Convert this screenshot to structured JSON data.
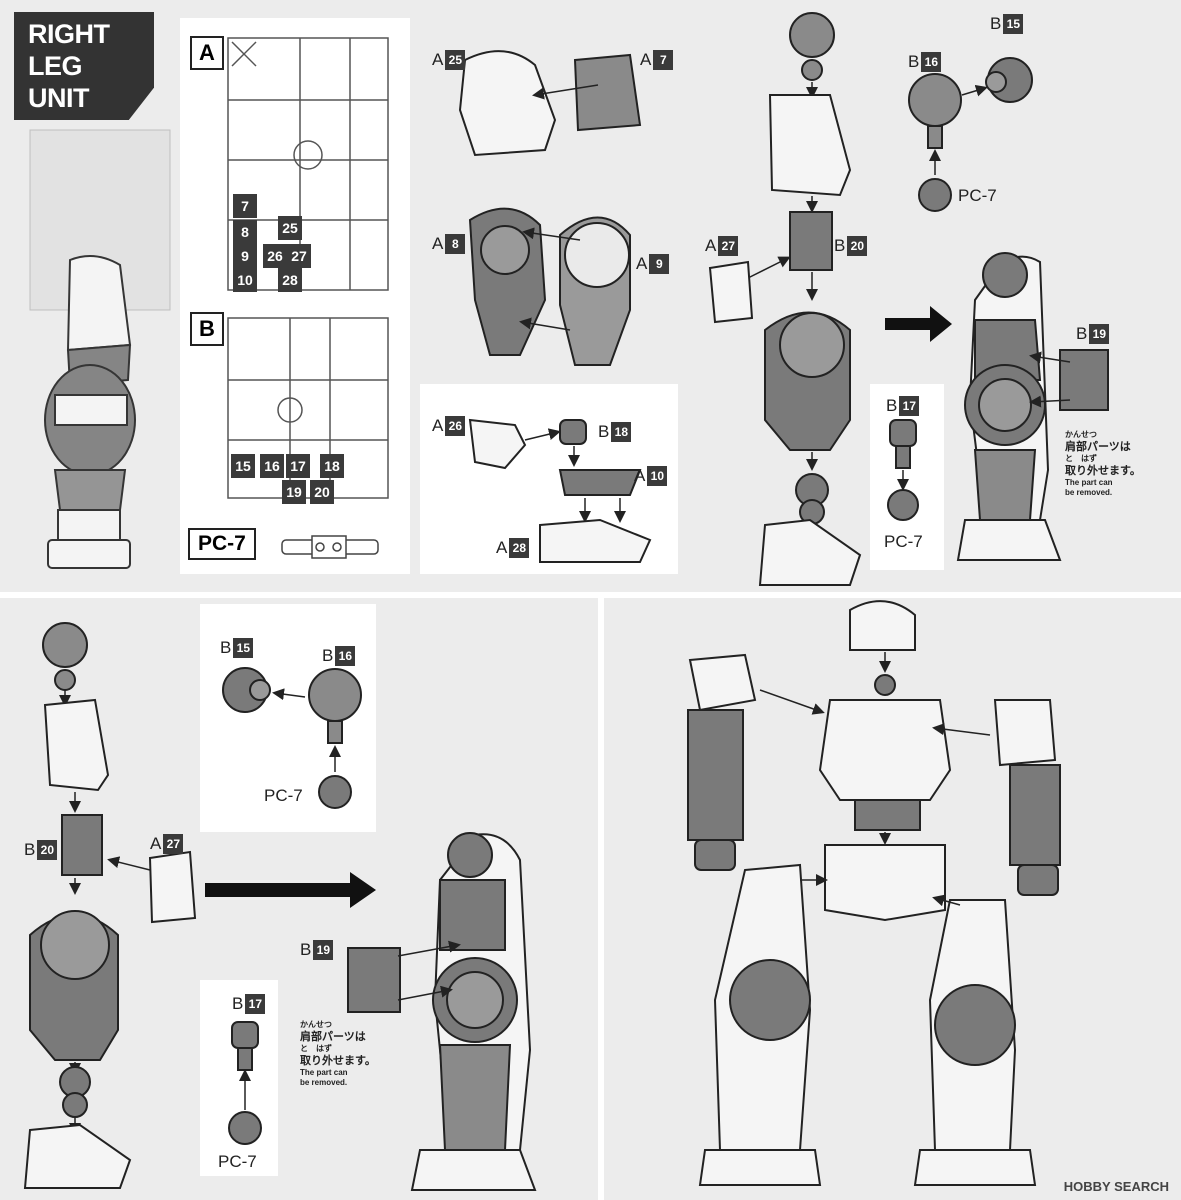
{
  "title": {
    "line1": "RIGHT",
    "line2": "LEG",
    "line3": "UNIT"
  },
  "runners": {
    "a": {
      "letter": "A",
      "parts": [
        "7",
        "8",
        "9",
        "10",
        "25",
        "26",
        "27",
        "28"
      ]
    },
    "b": {
      "letter": "B",
      "parts": [
        "15",
        "16",
        "17",
        "18",
        "19",
        "20"
      ]
    },
    "pc": {
      "label": "PC-7"
    }
  },
  "step1": {
    "a25": {
      "letter": "A",
      "num": "25"
    },
    "a7": {
      "letter": "A",
      "num": "7"
    },
    "a8": {
      "letter": "A",
      "num": "8"
    },
    "a9": {
      "letter": "A",
      "num": "9"
    },
    "a26": {
      "letter": "A",
      "num": "26"
    },
    "b18": {
      "letter": "B",
      "num": "18"
    },
    "a10": {
      "letter": "A",
      "num": "10"
    },
    "a28": {
      "letter": "A",
      "num": "28"
    }
  },
  "step2": {
    "b16": {
      "letter": "B",
      "num": "16"
    },
    "b15": {
      "letter": "B",
      "num": "15"
    },
    "pc7": "PC-7",
    "a27": {
      "letter": "A",
      "num": "27"
    },
    "b20": {
      "letter": "B",
      "num": "20"
    },
    "b19": {
      "letter": "B",
      "num": "19"
    },
    "b17": {
      "letter": "B",
      "num": "17"
    },
    "pc7b": "PC-7",
    "note_jp": "肩部パーツは",
    "note_jp2": "取り外せます。",
    "note_ruby1": "かんせつ",
    "note_ruby2": "と　はず",
    "note_en1": "The part can",
    "note_en2": "be removed."
  },
  "step3": {
    "b15": {
      "letter": "B",
      "num": "15"
    },
    "b16": {
      "letter": "B",
      "num": "16"
    },
    "pc7": "PC-7",
    "b20": {
      "letter": "B",
      "num": "20"
    },
    "a27": {
      "letter": "A",
      "num": "27"
    },
    "b19": {
      "letter": "B",
      "num": "19"
    },
    "b17": {
      "letter": "B",
      "num": "17"
    },
    "pc7b": "PC-7",
    "note_jp": "肩部パーツは",
    "note_jp2": "取り外せます。",
    "note_ruby1": "かんせつ",
    "note_ruby2": "と　はず",
    "note_en1": "The part can",
    "note_en2": "be removed."
  },
  "watermark": "HOBBY SEARCH",
  "colors": {
    "dark_part": "#6b6b6b",
    "mid_part": "#9a9a9a",
    "light_part": "#f4f4f4",
    "outline": "#222222",
    "panel_bg": "#ececec"
  }
}
